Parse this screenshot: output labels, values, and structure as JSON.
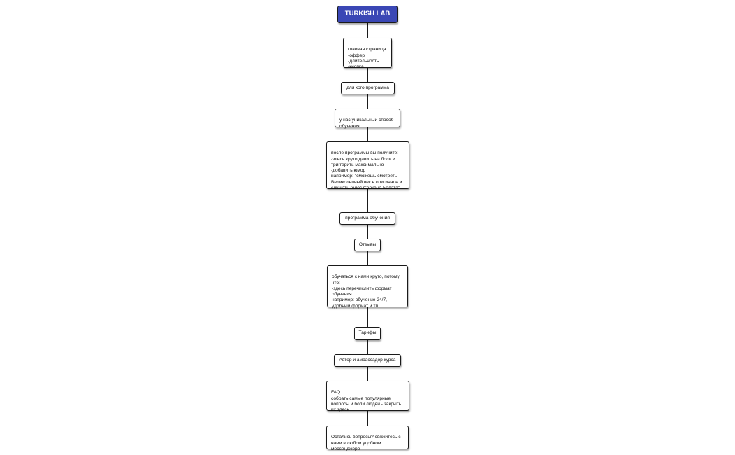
{
  "diagram": {
    "title": "TURKISH LAB",
    "nodes": [
      {
        "id": "main",
        "text": "главная страница\n-оффер\n-длительность\n-кнопка"
      },
      {
        "id": "for-whom",
        "text": "для кого программа"
      },
      {
        "id": "unique",
        "text": "у нас уникальный способ\nобучения"
      },
      {
        "id": "after",
        "text": "после программы вы получите:\n-здесь круто давить на боли и\nтриггерить максимально\n-добавить юмор\nнапример: \"сможешь смотреть\nВеликолепный век в оригинале и\nслушать голос Серкана Болата\""
      },
      {
        "id": "program",
        "text": "программа обучения"
      },
      {
        "id": "reviews",
        "text": "Отзывы"
      },
      {
        "id": "why",
        "text": "обучаться с нами круто, потому\nчто:\n-здесь перечислить формат\nобучения\nнапример: обучение 24/7,\nудобный формат и тп"
      },
      {
        "id": "tariffs",
        "text": "Тарифы"
      },
      {
        "id": "author",
        "text": "Автор и амбассадор курса"
      },
      {
        "id": "faq",
        "text": "FAQ\nсобрать самые популярные\nвопросы и боли людей - закрыть\nих здесь"
      },
      {
        "id": "contact",
        "text": "Остались вопросы? свяжитесь с\nнами в любом удобном\nмессенджере"
      }
    ]
  }
}
